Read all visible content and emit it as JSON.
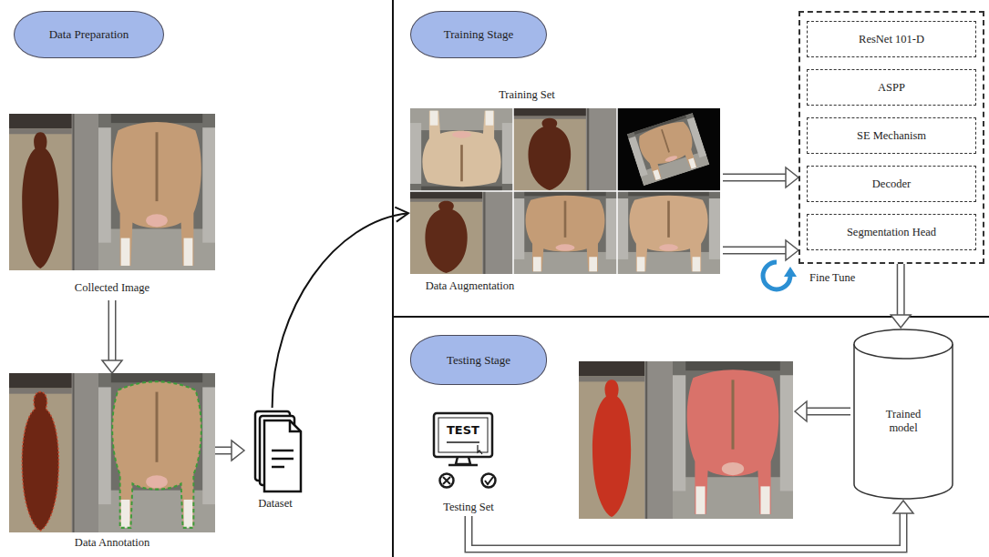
{
  "diagram": {
    "nodes": [
      {
        "text": [
          "Data Preparation"
        ]
      },
      {
        "text": [
          "Collected Image"
        ]
      },
      {
        "text": [
          "Data Annotation"
        ]
      },
      {
        "text": [
          "Dataset"
        ]
      },
      {
        "text": [
          "Training Stage"
        ]
      },
      {
        "text": [
          "Training Set",
          "Data Augmentation"
        ]
      },
      {
        "text": [
          "ResNet 101-D",
          "ASPP",
          "SE Mechanism",
          "Decoder",
          "Segmentation Head"
        ]
      },
      {
        "text": [
          "Trained model"
        ]
      },
      {
        "text": [
          "Testing Stage"
        ]
      },
      {
        "text": [
          "TEST",
          "Testing Set"
        ]
      }
    ],
    "edges": [
      {
        "from": 1,
        "to": 2,
        "arrow": "to"
      },
      {
        "from": 2,
        "to": 3,
        "arrow": "to"
      },
      {
        "from": 3,
        "to": 5,
        "arrow": "to"
      },
      {
        "from": 5,
        "to": 6,
        "arrow": "to"
      },
      {
        "from": 5,
        "to": 6,
        "arrow": "to"
      },
      {
        "from": 6,
        "to": 7,
        "arrow": "to"
      },
      {
        "from": 9,
        "to": 7,
        "arrow": "to"
      }
    ],
    "labels": [
      "Fine Tune"
    ]
  }
}
